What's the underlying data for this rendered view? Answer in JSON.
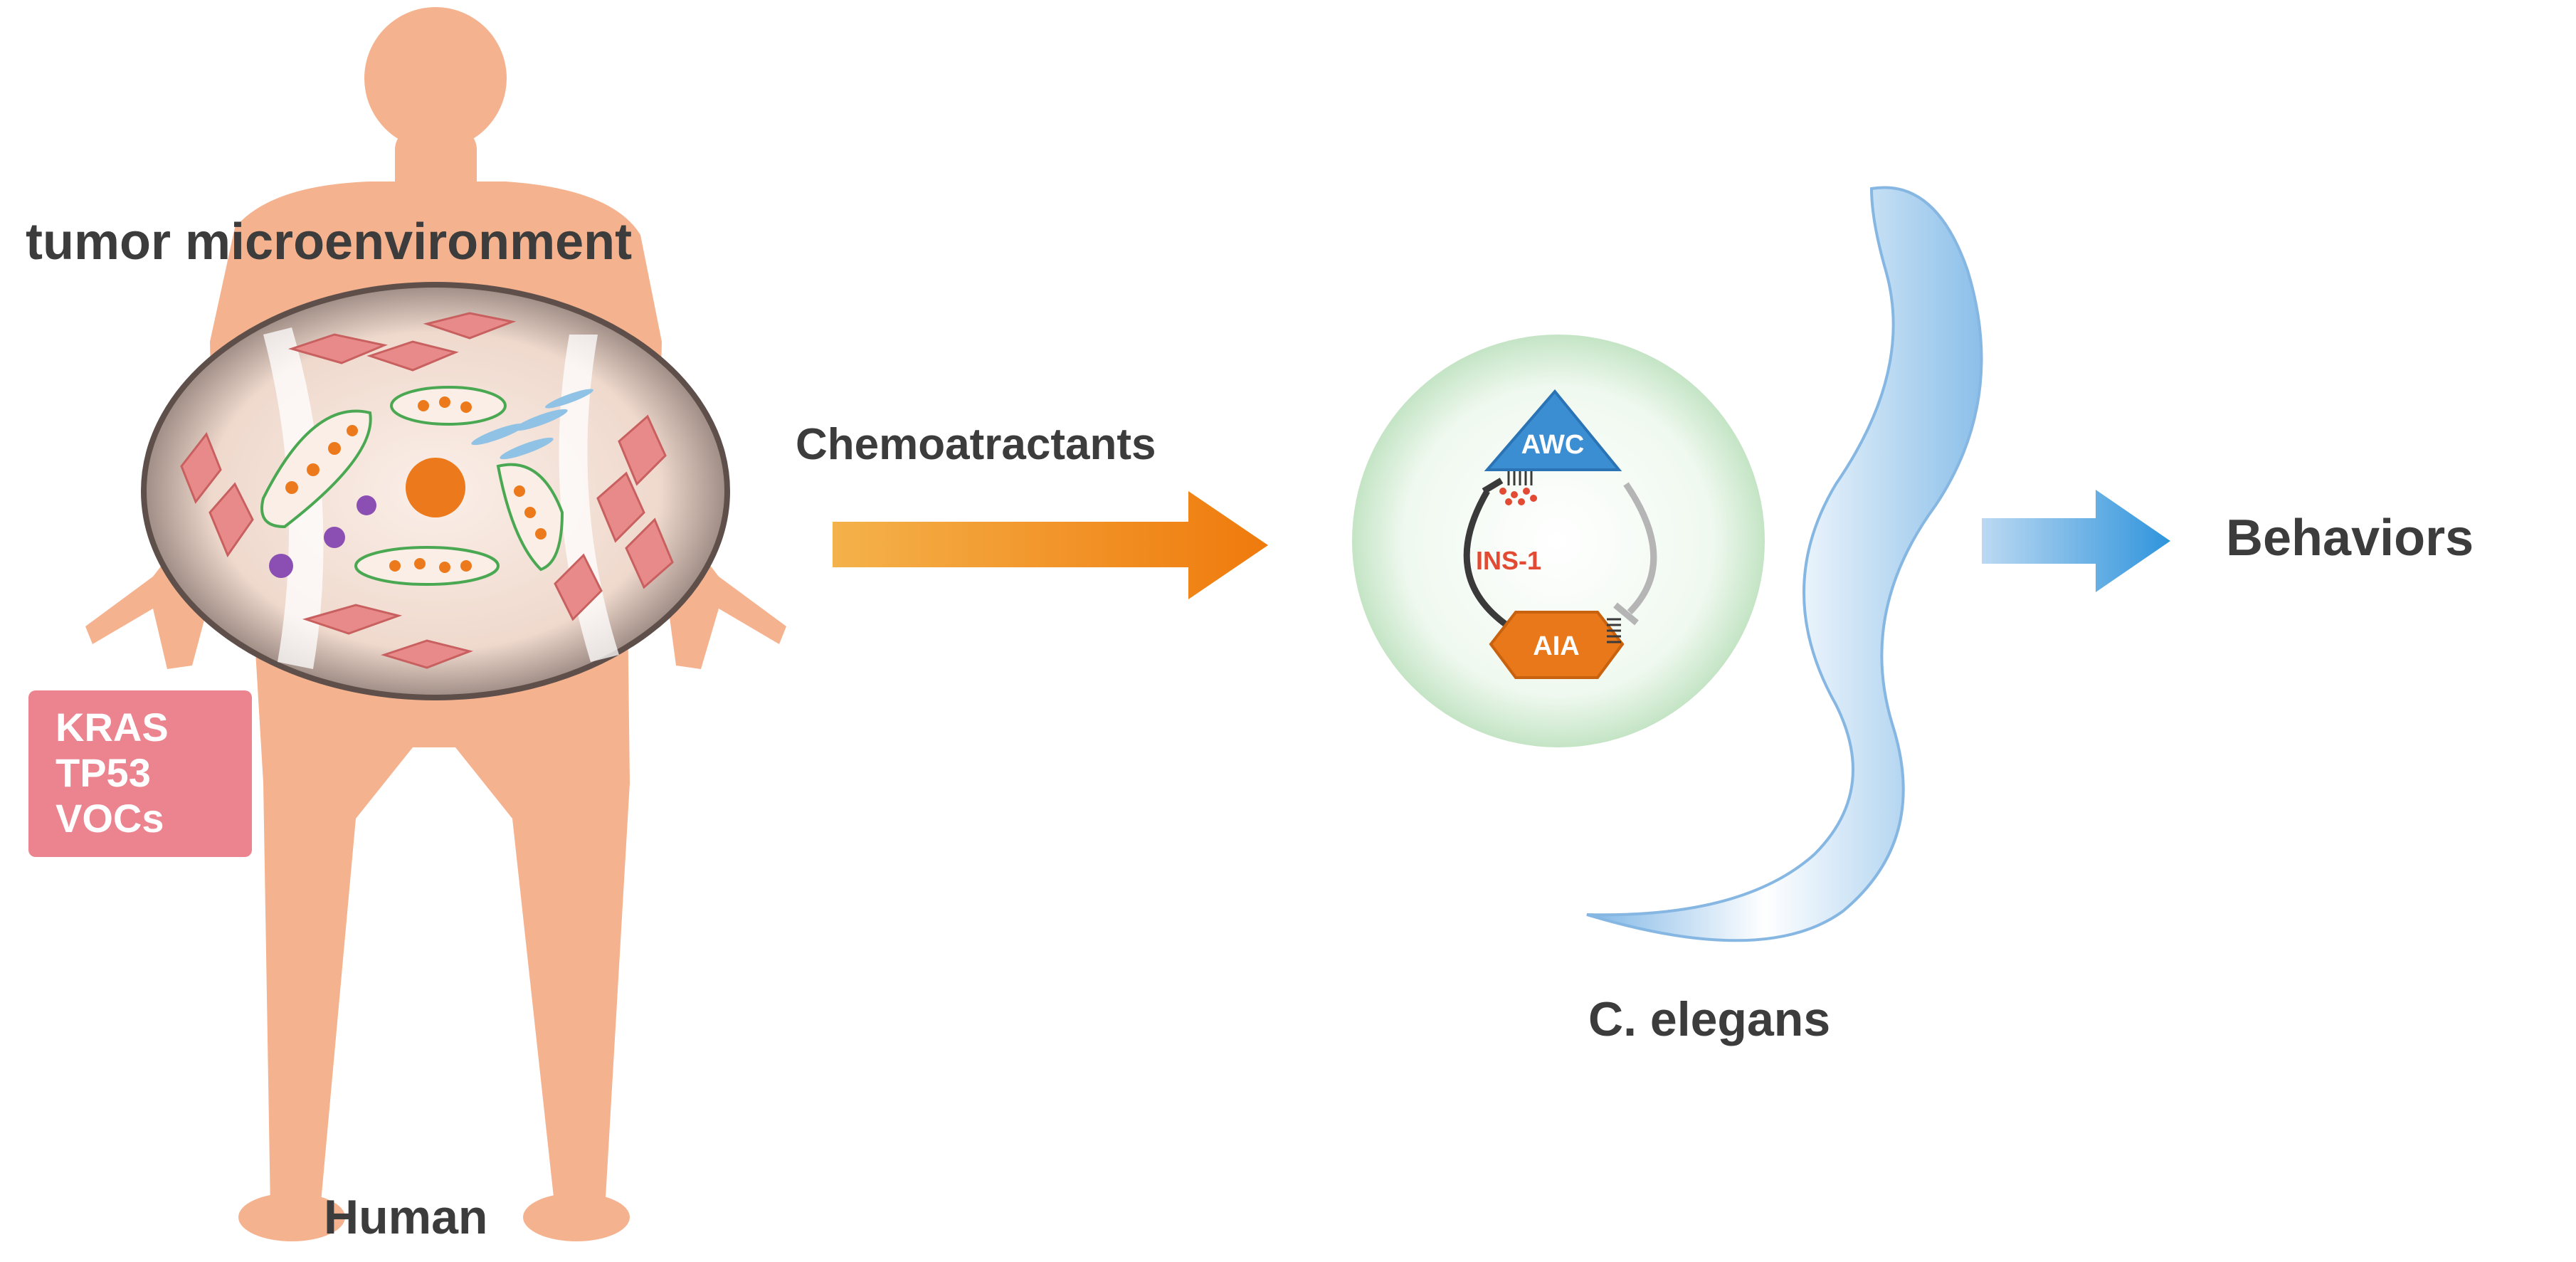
{
  "labels": {
    "tumor_microenvironment": "tumor microenvironment",
    "human": "Human",
    "chemoattractants": "Chemoatractants",
    "c_elegans": "C. elegans",
    "behaviors": "Behaviors"
  },
  "markers": [
    "KRAS",
    "TP53",
    "VOCs"
  ],
  "neurons": {
    "sensory": "AWC",
    "interneuron": "AIA",
    "peptide": "INS-1"
  },
  "colors": {
    "skin": "#f5b28e",
    "marker_box": "#ec8490",
    "arrow_orange": "#ef7d10",
    "arrow_blue": "#3d9ad9",
    "awc_blue": "#3b8ed2",
    "aia_orange": "#e8781a",
    "ins1_red": "#e24a33",
    "worm_blue": "#9fc8ee",
    "circle_green": "#cfe9cf"
  }
}
